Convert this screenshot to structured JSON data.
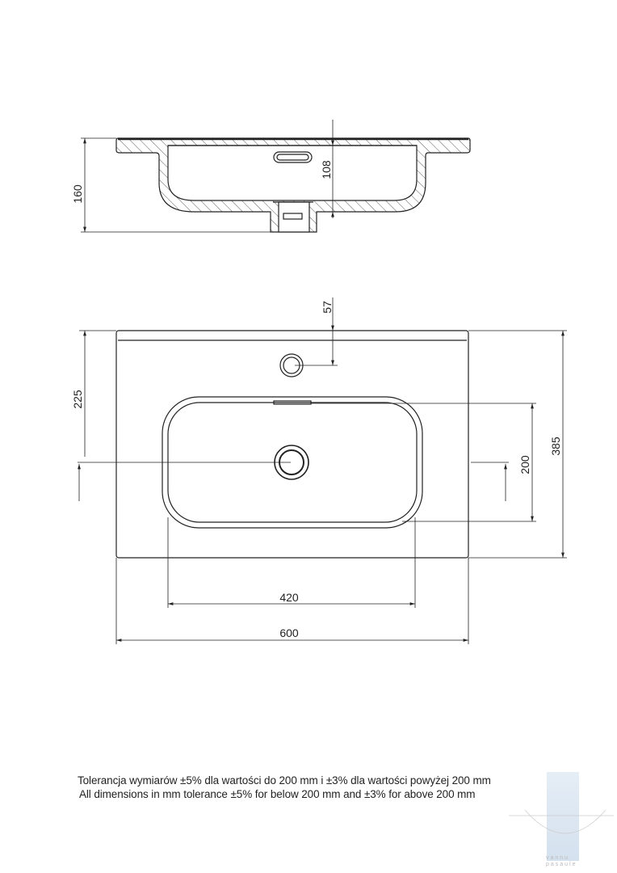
{
  "section_view": {
    "dimensions": {
      "total_height": "160",
      "basin_depth": "108"
    }
  },
  "plan_view": {
    "dimensions": {
      "tap_hole_offset": "57",
      "drain_offset": "225",
      "depth": "385",
      "basin_depth": "200",
      "basin_width": "420",
      "width": "600"
    }
  },
  "notes": {
    "line_pl": "Tolerancja wymiarów ±5% dla wartości do 200 mm i ±3% dla wartości powyżej 200 mm",
    "line_en": "All dimensions in mm tolerance ±5% for below 200 mm and ±3% for above 200 mm"
  },
  "watermark": {
    "text": "vannu pasaule"
  },
  "colors": {
    "line": "#222222",
    "watermark": "#c9d9ea"
  }
}
